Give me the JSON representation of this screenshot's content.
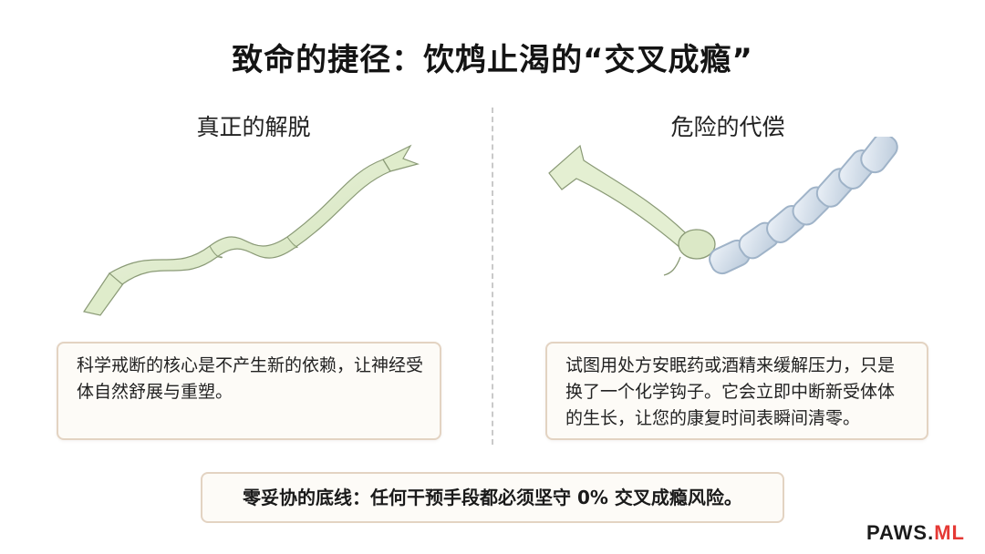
{
  "slide": {
    "title": "致命的捷径：饮鸩止渴的“交叉成瘾”",
    "left_heading": "真正的解脱",
    "right_heading": "危险的代偿",
    "left_text": "科学戒断的核心是不产生新的依赖，让神经受体自然舒展与重塑。",
    "right_text": "试图用处方安眠药或酒精来缓解压力，只是换了一个化学钩子。它会立即中断新受体体的生长，让您的康复时间表瞬间清零。",
    "banner": "零妥协的底线：任何干预手段都必须坚守 0% 交叉成瘾风险。"
  },
  "logo": {
    "main": "PAWS",
    "dot": ".",
    "suffix": "ML"
  },
  "colors": {
    "ribbon": "#e4efd2",
    "ribbon_shade": "#c9dcae",
    "chain": "#d5e1ee",
    "chain_shade": "#9fb3c8",
    "card_border": "#e3d3c2",
    "logo_accent": "#e53935"
  }
}
